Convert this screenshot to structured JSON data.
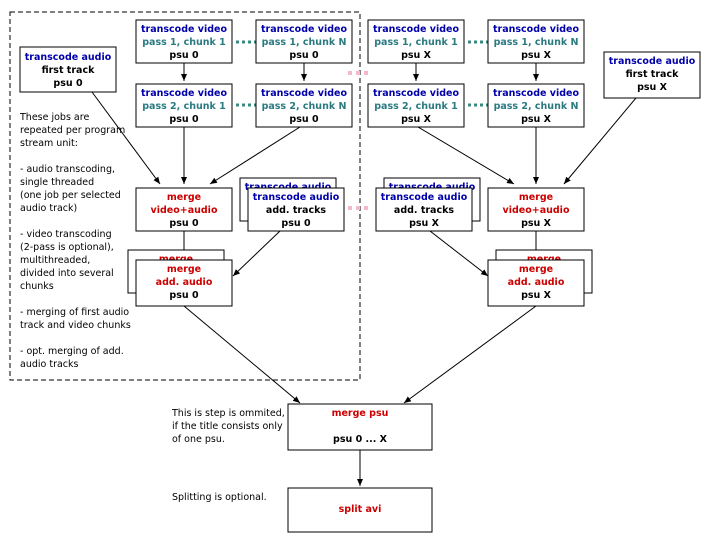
{
  "nodes": {
    "tv_p1_c1_psu0": {
      "line1": "transcode video",
      "line2": "pass 1, chunk 1",
      "line3": "psu 0"
    },
    "tv_p1_cN_psu0": {
      "line1": "transcode video",
      "line2": "pass 1, chunk N",
      "line3": "psu 0"
    },
    "tv_p1_c1_psuX": {
      "line1": "transcode video",
      "line2": "pass 1, chunk 1",
      "line3": "psu X"
    },
    "tv_p1_cN_psuX": {
      "line1": "transcode video",
      "line2": "pass 1, chunk N",
      "line3": "psu X"
    },
    "tv_p2_c1_psu0": {
      "line1": "transcode video",
      "line2": "pass 2, chunk 1",
      "line3": "psu 0"
    },
    "tv_p2_cN_psu0": {
      "line1": "transcode video",
      "line2": "pass 2, chunk N",
      "line3": "psu 0"
    },
    "tv_p2_c1_psuX": {
      "line1": "transcode video",
      "line2": "pass 2, chunk 1",
      "line3": "psu X"
    },
    "tv_p2_cN_psuX": {
      "line1": "transcode video",
      "line2": "pass 2, chunk N",
      "line3": "psu X"
    },
    "ta_first_psu0": {
      "line1": "transcode audio",
      "line2": "first track",
      "line3": "psu 0"
    },
    "ta_first_psuX": {
      "line1": "transcode audio",
      "line2": "first track",
      "line3": "psu X"
    },
    "merge_va_psu0": {
      "line1": "merge",
      "line2": "video+audio",
      "line3": "psu 0"
    },
    "merge_va_psuX": {
      "line1": "merge",
      "line2": "video+audio",
      "line3": "psu X"
    },
    "ta_add_psu0": {
      "back": "transcode audio",
      "line1": "transcode audio",
      "line2": "add. tracks",
      "line3": "psu 0"
    },
    "ta_add_psuX": {
      "back": "transcode audio",
      "line1": "transcode audio",
      "line2": "add. tracks",
      "line3": "psu X"
    },
    "merge_add_psu0": {
      "back": "merge",
      "line1": "merge",
      "line2": "add. audio",
      "line3": "psu 0"
    },
    "merge_add_psuX": {
      "back": "merge",
      "line1": "merge",
      "line2": "add. audio",
      "line3": "psu X"
    },
    "merge_psu": {
      "line1": "merge psu",
      "line3": "psu 0 ... X"
    },
    "split_avi": {
      "line1": "split avi"
    }
  },
  "notes": {
    "repeat": [
      "These jobs are",
      "repeated per program",
      "stream unit:",
      "",
      "- audio transcoding,",
      "   single threaded",
      "   (one job per selected",
      "    audio track)",
      "",
      "- video transcoding",
      "   (2-pass is optional),",
      "   multithreaded,",
      "   divided into several",
      "   chunks",
      "",
      "- merging of first audio",
      "   track and video chunks",
      "",
      "- opt. merging of add.",
      "   audio tracks"
    ],
    "omit": [
      "This is step is ommited,",
      "if the title consists only",
      "of one psu."
    ],
    "split": "Splitting is optional."
  },
  "colors": {
    "blue": "#0000aa",
    "teal": "#2a7a80",
    "red": "#cc0000",
    "dots_green": "#3a8a80",
    "dots_pink": "#f4b8c8"
  }
}
